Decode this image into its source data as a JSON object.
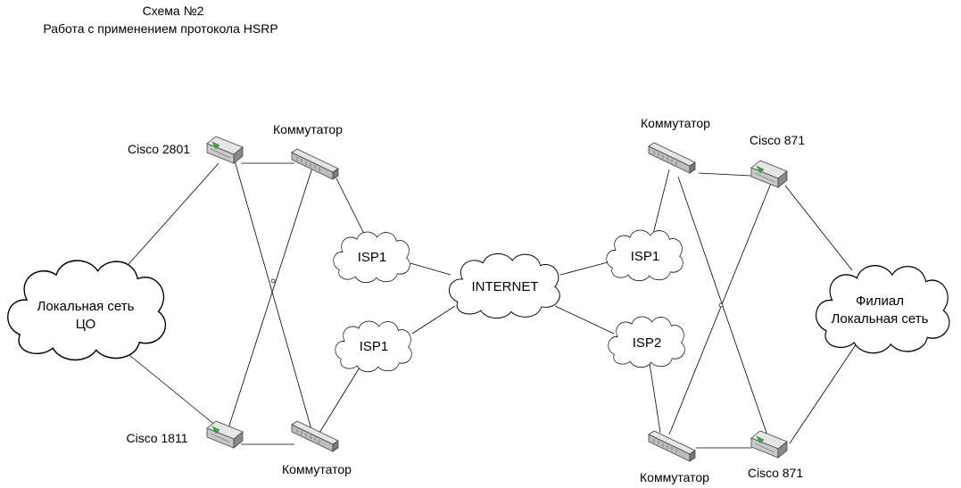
{
  "title": {
    "line1": "Схема №2",
    "line2": "Работа с применением протокола HSRP"
  },
  "clouds": {
    "lan_co": {
      "line1": "Локальная сеть",
      "line2": "ЦО"
    },
    "isp1_top_left": "ISP1",
    "isp1_bottom_left": "ISP1",
    "internet": "INTERNET",
    "isp1_right": "ISP1",
    "isp2_right": "ISP2",
    "branch_lan": {
      "line1": "Филиал",
      "line2": "Локальная сеть"
    }
  },
  "devices": {
    "router_2801": "Cisco 2801",
    "router_1811": "Cisco 1811",
    "switch_left_top": "Коммутатор",
    "switch_left_bottom": "Коммутатор",
    "switch_right_top": "Коммутатор",
    "switch_right_bottom": "Коммутатор",
    "router_871_top": "Cisco 871",
    "router_871_bottom": "Cisco 871"
  },
  "colors": {
    "device_led": "#3fa34a",
    "line": "#000000"
  }
}
